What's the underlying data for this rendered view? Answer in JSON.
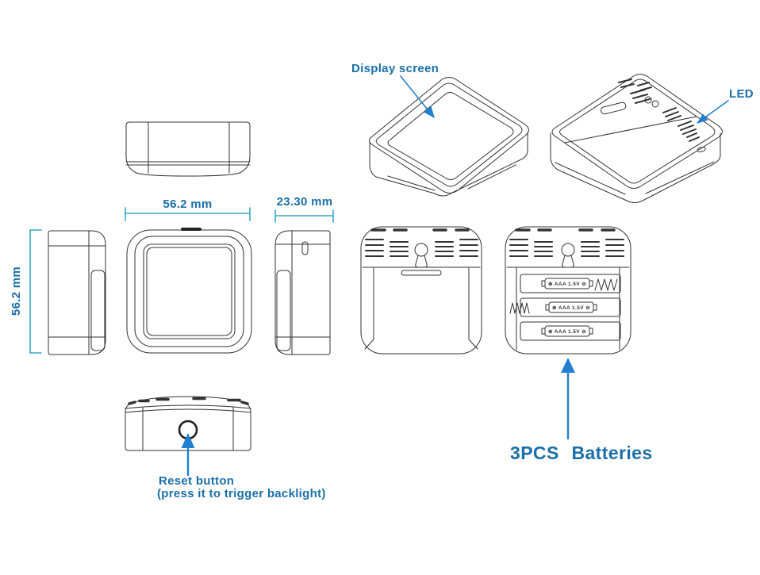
{
  "annotations": {
    "display_screen": "Display screen",
    "led": "LED",
    "reset_button": "Reset button",
    "reset_button_note": "(press it to trigger backlight)",
    "batteries": "3PCS Batteries"
  },
  "dimensions": {
    "front_width": "56.2 mm",
    "side_depth": "23.30 mm",
    "front_height": "56.2 mm"
  },
  "battery_compartment": {
    "slots": [
      {
        "label": "⊕ AAA 1.5V ⊖"
      },
      {
        "label": "⊕ AAA 1.5V ⊖"
      },
      {
        "label": "⊕ AAA 1.5V ⊖"
      }
    ]
  },
  "icons": {
    "leader_arrow": "filled-triangle-arrow",
    "keyhole_mount": "wall-mount-keyhole",
    "battery_spring": "coil-spring"
  },
  "colors": {
    "label_text": "#1a6fa8",
    "dimension_line": "#35a8c8",
    "arrow_blue": "#2380cf",
    "line_art": "#333333",
    "background": "#ffffff"
  }
}
